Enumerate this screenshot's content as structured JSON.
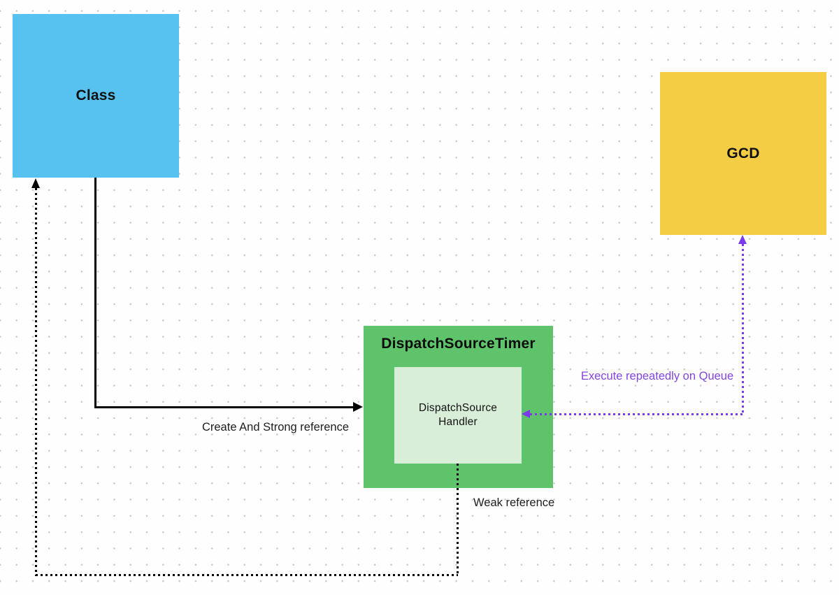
{
  "canvas": {
    "background": "#FEFEFE",
    "dot_color": "#C9C9C9"
  },
  "nodes": {
    "class": {
      "label": "Class",
      "fill": "#57C2F0"
    },
    "gcd": {
      "label": "GCD",
      "fill": "#F4CD45"
    },
    "timer": {
      "label": "DispatchSourceTimer",
      "fill": "#5EC36A"
    },
    "handler": {
      "label": "DispatchSource Handler",
      "fill": "#D9EED9"
    }
  },
  "edges": {
    "create_strong": {
      "label": "Create And Strong reference",
      "style": "solid",
      "color": "#000000",
      "from": "class",
      "to": "timer",
      "arrowheads": "end"
    },
    "weak": {
      "label": "Weak reference",
      "style": "dotted",
      "color": "#000000",
      "from": "handler",
      "to": "class",
      "arrowheads": "end"
    },
    "execute": {
      "label": "Execute repeatedly on Queue",
      "style": "dotted",
      "color": "#7C3AED",
      "label_color": "#8444E0",
      "from": "gcd",
      "to": "handler",
      "arrowheads": "both"
    }
  }
}
